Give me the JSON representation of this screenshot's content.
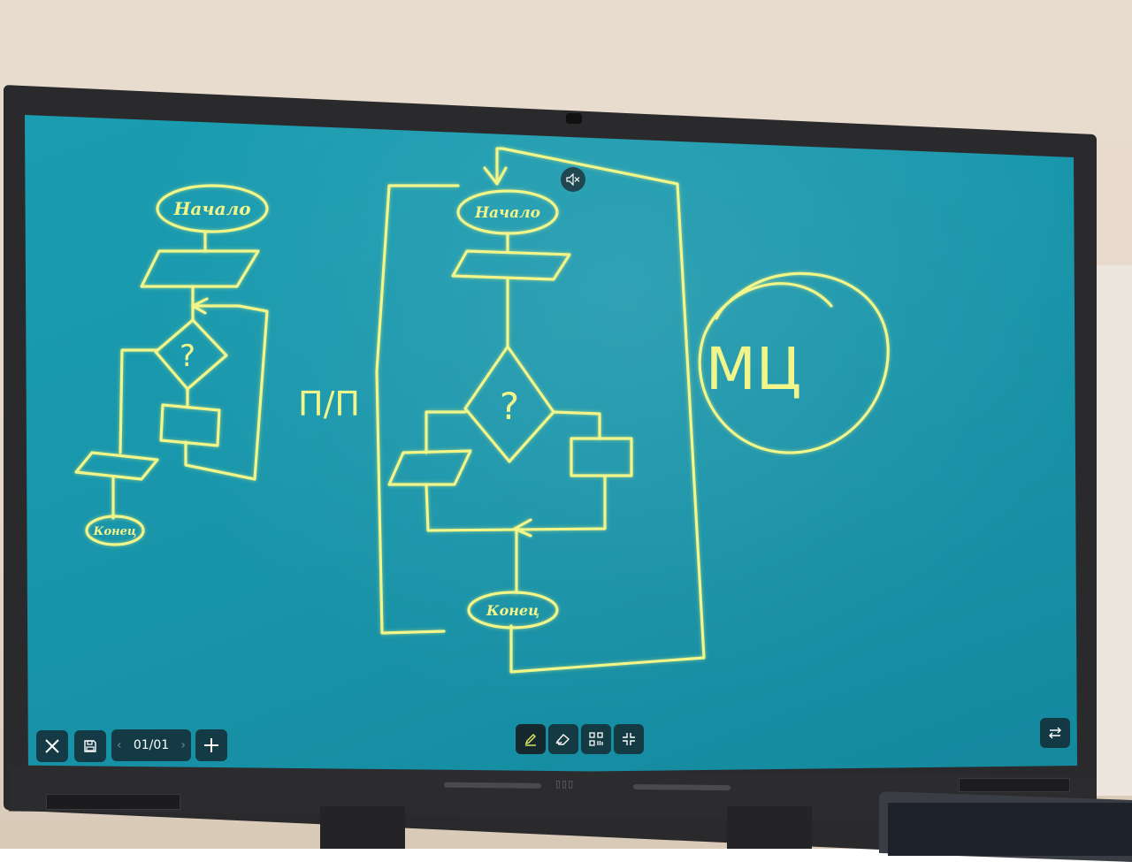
{
  "whiteboard": {
    "page_indicator": "01/01",
    "left_flowchart": {
      "start_label": "Начало",
      "decision_label": "?",
      "end_label": "Конец"
    },
    "side_label": "П/П",
    "center_flowchart": {
      "start_label": "Начало",
      "decision_label": "?",
      "end_label": "Конец"
    },
    "circle_label": "МЦ"
  },
  "toolbar": {
    "left": {
      "close_icon": "close-icon",
      "save_icon": "save-icon",
      "prev_icon": "chevron-left-icon",
      "next_icon": "chevron-right-icon",
      "add_icon": "plus-icon"
    },
    "center": {
      "pen_icon": "pen-icon",
      "eraser_icon": "eraser-icon",
      "qr_icon": "qr-code-icon",
      "minimize_icon": "minimize-icon"
    },
    "right": {
      "switch_icon": "swap-arrows-icon"
    }
  },
  "overlay": {
    "mute_icon": "speaker-mute-icon"
  },
  "colors": {
    "board_background": "#1a9fb3",
    "ink": "#f2f58a",
    "toolbar_bg": "#14282f"
  }
}
